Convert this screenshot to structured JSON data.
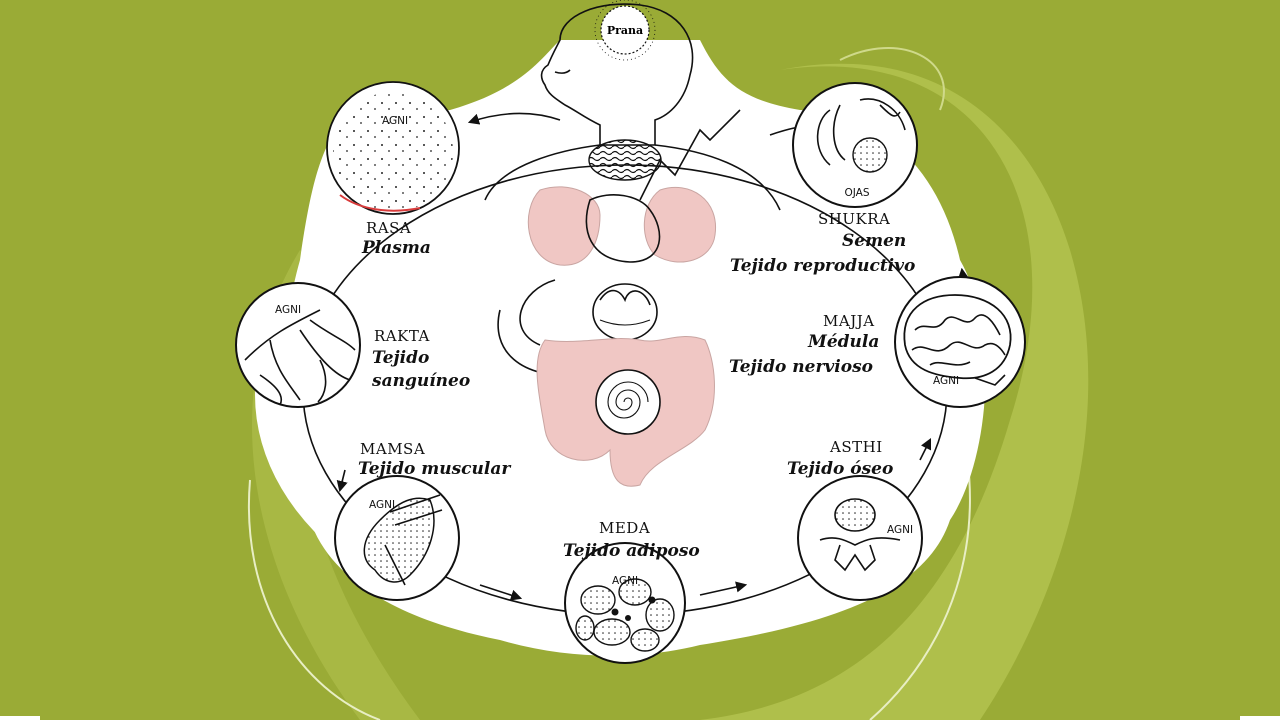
{
  "colors": {
    "background": "#9aab36",
    "background_light": "#b3c24f",
    "diagram_bg": "#ffffff",
    "organ_tint": "#f0c7c4",
    "ink": "#111111"
  },
  "head": {
    "label": "Prana"
  },
  "tissues": {
    "rasa": {
      "agni": "AGNI",
      "name": "RASA",
      "lines": [
        "Plasma"
      ]
    },
    "rakta": {
      "agni": "AGNI",
      "name": "RAKTA",
      "lines": [
        "Tejido",
        "sanguíneo"
      ]
    },
    "mamsa": {
      "agni": "AGNI",
      "name": "MAMSA",
      "lines": [
        "Tejido muscular"
      ]
    },
    "meda": {
      "agni": "AGNI",
      "name": "MEDA",
      "lines": [
        "Tejido adiposo"
      ]
    },
    "asthi": {
      "agni": "AGNI",
      "name": "ASTHI",
      "lines": [
        "Tejido óseo"
      ]
    },
    "majja": {
      "agni": "AGNI",
      "name": "MAJJA",
      "lines": [
        "Médula",
        "Tejido nervioso"
      ]
    },
    "shukra": {
      "agni": "OJAS",
      "name": "SHUKRA",
      "lines": [
        "Semen",
        "Tejido reproductivo"
      ]
    }
  }
}
